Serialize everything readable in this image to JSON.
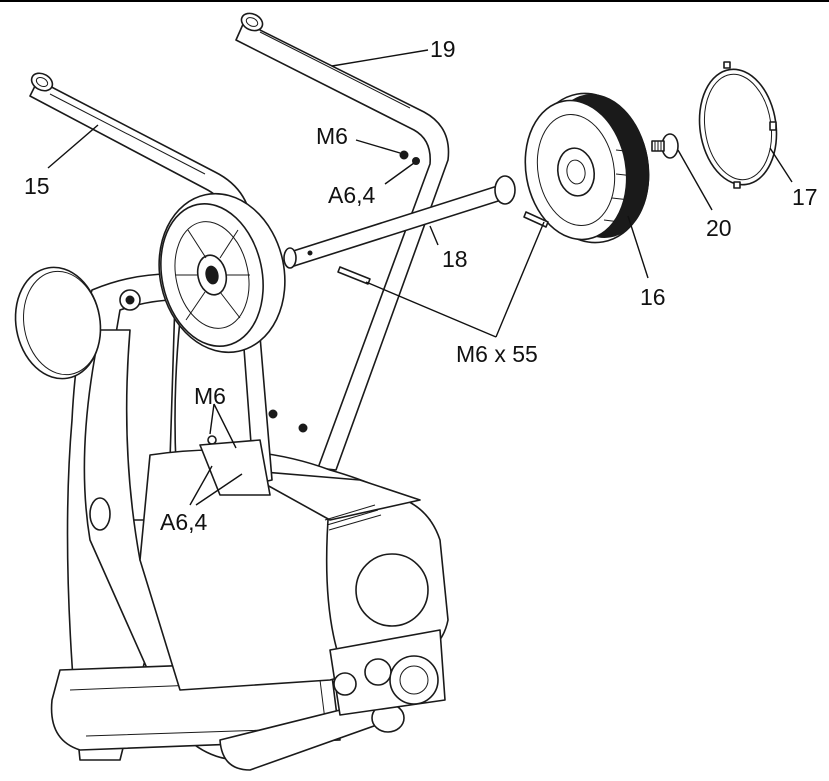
{
  "callouts": {
    "c15": "15",
    "c19": "19",
    "c18": "18",
    "c16": "16",
    "c17": "17",
    "c20": "20",
    "m6_top": "M6",
    "a64_top": "A6,4",
    "m6x55": "M6 x 55",
    "m6_mid": "M6",
    "a64_bottom": "A6,4"
  },
  "colors": {
    "line": "#1a1a1a",
    "background": "#ffffff"
  }
}
